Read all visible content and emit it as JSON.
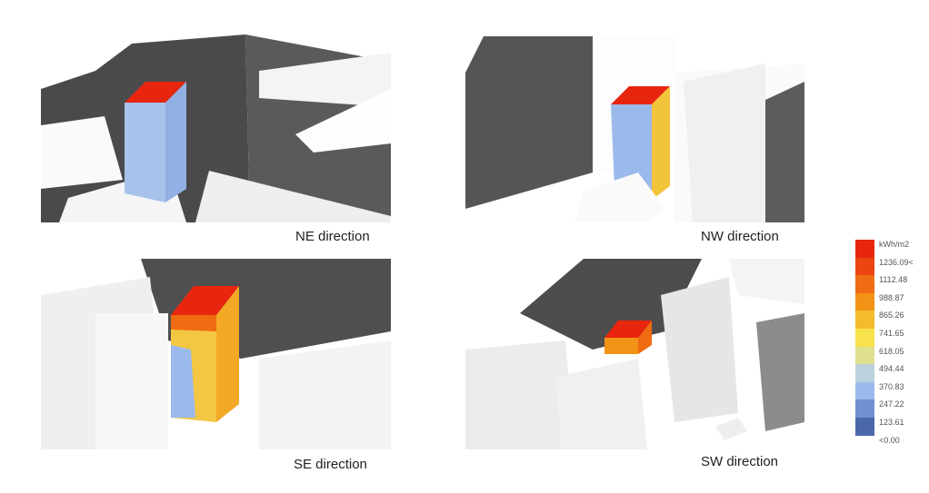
{
  "panels": [
    {
      "caption": "NE direction"
    },
    {
      "caption": "NW direction"
    },
    {
      "caption": "SE direction"
    },
    {
      "caption": "SW direction"
    }
  ],
  "legend": {
    "unit": "kWh/m2",
    "labels": [
      "1236.09<",
      "1112.48",
      "988.87",
      "865.26",
      "741.65",
      "618.05",
      "494.44",
      "370.83",
      "247.22",
      "123.61",
      "<0.00"
    ],
    "colors": [
      "#e8260f",
      "#ec4512",
      "#ef6c12",
      "#f29316",
      "#f6bb2c",
      "#f7e24c",
      "#dfe08f",
      "#bbd1dd",
      "#9cb9ec",
      "#7091d1",
      "#4b68a9"
    ]
  }
}
